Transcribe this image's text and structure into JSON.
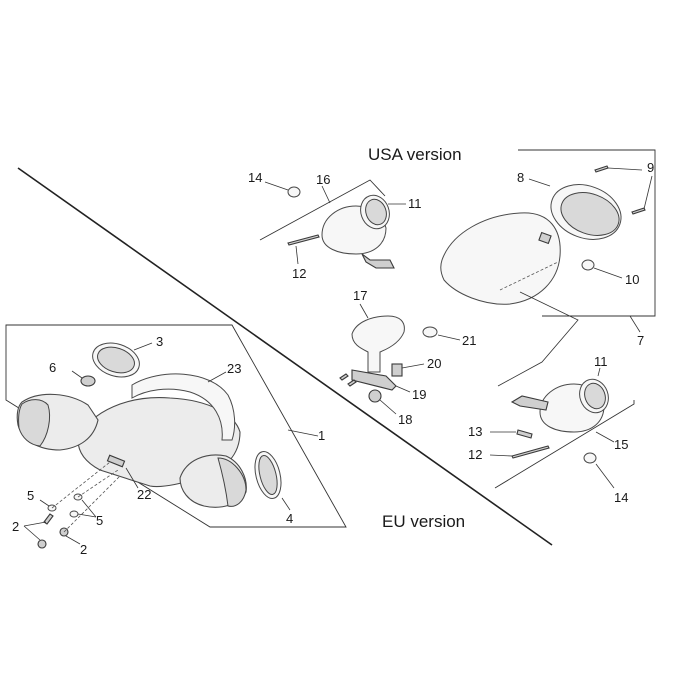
{
  "titles": {
    "usa": "USA version",
    "eu": "EU version"
  },
  "callouts": {
    "c1": "1",
    "c2a": "2",
    "c2b": "2",
    "c3": "3",
    "c4": "4",
    "c5a": "5",
    "c5b": "5",
    "c6": "6",
    "c7": "7",
    "c8": "8",
    "c9": "9",
    "c10": "10",
    "c11a": "11",
    "c11b": "11",
    "c12a": "12",
    "c12b": "12",
    "c13": "13",
    "c14a": "14",
    "c14b": "14",
    "c15": "15",
    "c16": "16",
    "c17": "17",
    "c18": "18",
    "c19": "19",
    "c20": "20",
    "c21": "21",
    "c22": "22",
    "c23": "23"
  }
}
